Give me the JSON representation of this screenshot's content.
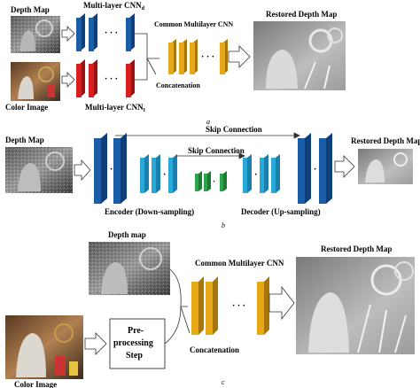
{
  "colors": {
    "encoder_blue": "#1a5ea8",
    "decoder_blue": "#1a5ea8",
    "light_blue": "#29a9d8",
    "green": "#2aa64a",
    "red": "#d81e1e",
    "gold": "#e6a817",
    "arrow_fill": "#ffffff",
    "arrow_stroke": "#333333"
  },
  "icons": [
    "depth-map-image",
    "color-image",
    "restored-depth-image",
    "hollow-arrow",
    "ellipsis-dots"
  ],
  "panel_a": {
    "depth_map": "Depth Map",
    "cnn_d": "Multi-layer CNN",
    "cnn_d_sub": "d",
    "color_image": "Color Image",
    "cnn_i": "Multi-layer CNN",
    "cnn_i_sub": "I",
    "common": "Common Multilayer CNN",
    "restored": "Restored Depth Map",
    "concat": "Concatenation",
    "caption": "a"
  },
  "panel_b": {
    "depth_map": "Depth Map",
    "skip_outer": "Skip Connection",
    "skip_inner": "Skip Connection",
    "restored": "Restored Depth Map",
    "encoder": "Encoder (Down-sampling)",
    "decoder": "Decoder (Up-sampling)",
    "caption": "b"
  },
  "panel_c": {
    "depth_map": "Depth map",
    "common": "Common Multilayer CNN",
    "restored": "Restored Depth Map",
    "pre_line1": "Pre-",
    "pre_line2": "processing",
    "pre_line3": "Step",
    "concat": "Concatenation",
    "color_image": "Color Image",
    "caption": "c"
  }
}
